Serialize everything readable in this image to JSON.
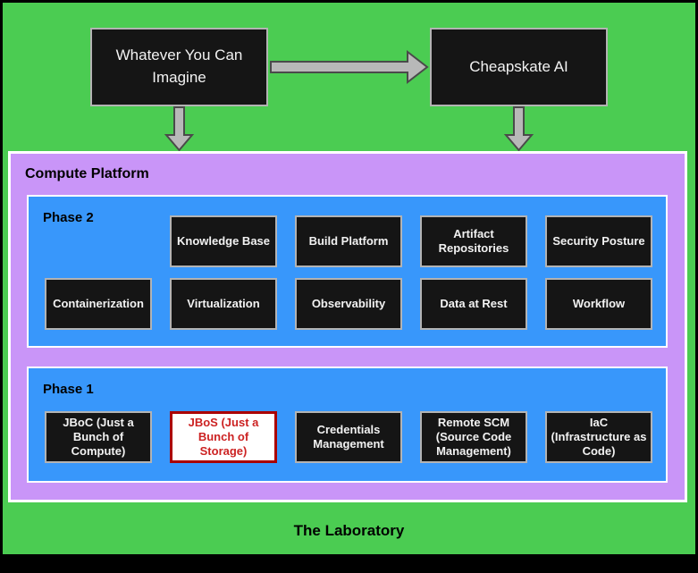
{
  "top": {
    "source": "Whatever You Can Imagine",
    "target": "Cheapskate AI"
  },
  "platform": {
    "title": "Compute Platform",
    "phase2": {
      "title": "Phase 2",
      "row1": [
        "Knowledge Base",
        "Build Platform",
        "Artifact Repositories",
        "Security Posture"
      ],
      "row2": [
        "Containerization",
        "Virtualization",
        "Observability",
        "Data at Rest",
        "Workflow"
      ]
    },
    "phase1": {
      "title": "Phase 1",
      "row": [
        "JBoC (Just a Bunch of Compute)",
        "JBoS (Just a Bunch of Storage)",
        "Credentials Management",
        "Remote SCM (Source Code Management)",
        "IaC (Infrastructure as Code)"
      ]
    }
  },
  "footer": {
    "title": "The Laboratory"
  },
  "highlighted_node": "JBoS (Just a Bunch of Storage)",
  "colors": {
    "background": "#000000",
    "canvas_green": "#4BCC52",
    "platform_purple": "#C995F8",
    "phase_blue": "#3897FB",
    "node_black": "#151515",
    "node_border": "#B3B3B3",
    "node_text": "#F2F2F2",
    "container_border": "#FFFFFF",
    "highlight_border": "#AA0000",
    "highlight_text": "#CC2222",
    "highlight_bg": "#FFFFFF",
    "arrow_fill": "#B8B8B8",
    "arrow_stroke": "#4A4A4A"
  }
}
